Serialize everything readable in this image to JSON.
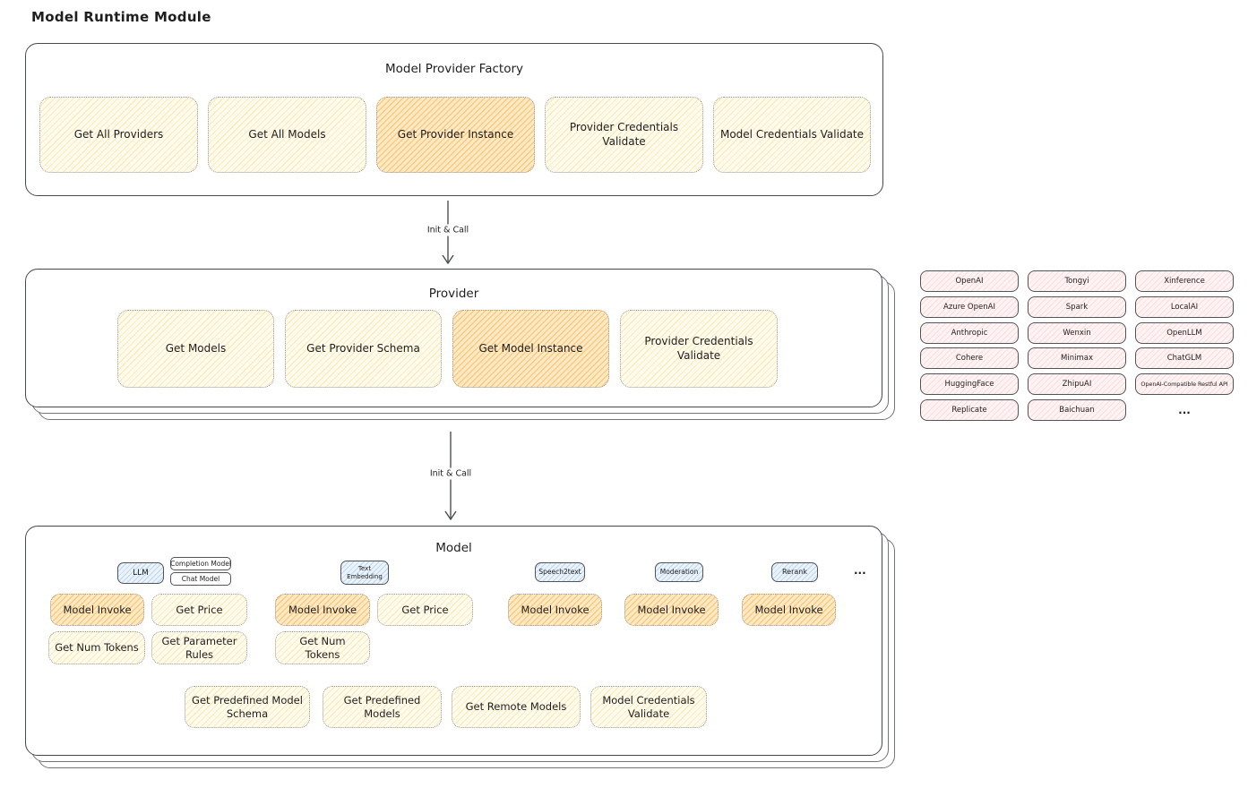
{
  "page": {
    "title": "Model Runtime Module"
  },
  "colors": {
    "yellow_fill": "#fffcee",
    "highlight_orange_fill": "#ffeac2",
    "pink_fill": "#fff3f3",
    "blue_fill": "#eaf3fb",
    "stroke": "#46494e"
  },
  "factory": {
    "title": "Model Provider Factory",
    "items": [
      {
        "label": "Get All Providers"
      },
      {
        "label": "Get All Models"
      },
      {
        "label": "Get Provider Instance"
      },
      {
        "label": "Provider Credentials Validate"
      },
      {
        "label": "Model Credentials Validate"
      }
    ]
  },
  "arrow1": {
    "label": "Init & Call"
  },
  "arrow2": {
    "label": "Init & Call"
  },
  "provider": {
    "title": "Provider",
    "items": [
      {
        "label": "Get Models"
      },
      {
        "label": "Get Provider Schema"
      },
      {
        "label": "Get Model Instance"
      },
      {
        "label": "Provider Credentials Validate"
      }
    ]
  },
  "providers_grid": {
    "rows": [
      [
        "OpenAI",
        "Tongyi",
        "Xinference"
      ],
      [
        "Azure OpenAI",
        "Spark",
        "LocalAI"
      ],
      [
        "Anthropic",
        "Wenxin",
        "OpenLLM"
      ],
      [
        "Cohere",
        "Minimax",
        "ChatGLM"
      ],
      [
        "HuggingFace",
        "ZhipuAI",
        "OpenAI-Compatible Restful API"
      ],
      [
        "Replicate",
        "Baichuan",
        "..."
      ]
    ]
  },
  "model": {
    "title": "Model",
    "tags": {
      "llm": "LLM",
      "completion": "Completion Model",
      "chat": "Chat Model",
      "text_embedding": "Text Embedding",
      "speech2text": "Speech2text",
      "moderation": "Moderation",
      "rerank": "Rerank",
      "more": "..."
    },
    "row1": [
      {
        "label": "Model Invoke"
      },
      {
        "label": "Get Price"
      },
      {
        "label": "Model Invoke"
      },
      {
        "label": "Get Price"
      },
      {
        "label": "Model Invoke"
      },
      {
        "label": "Model Invoke"
      },
      {
        "label": "Model Invoke"
      }
    ],
    "row2": [
      {
        "label": "Get Num Tokens"
      },
      {
        "label": "Get Parameter Rules"
      },
      {
        "label": "Get Num Tokens"
      }
    ],
    "bottom": [
      {
        "label": "Get Predefined Model Schema"
      },
      {
        "label": "Get Predefined Models"
      },
      {
        "label": "Get Remote Models"
      },
      {
        "label": "Model Credentials Validate"
      }
    ]
  }
}
